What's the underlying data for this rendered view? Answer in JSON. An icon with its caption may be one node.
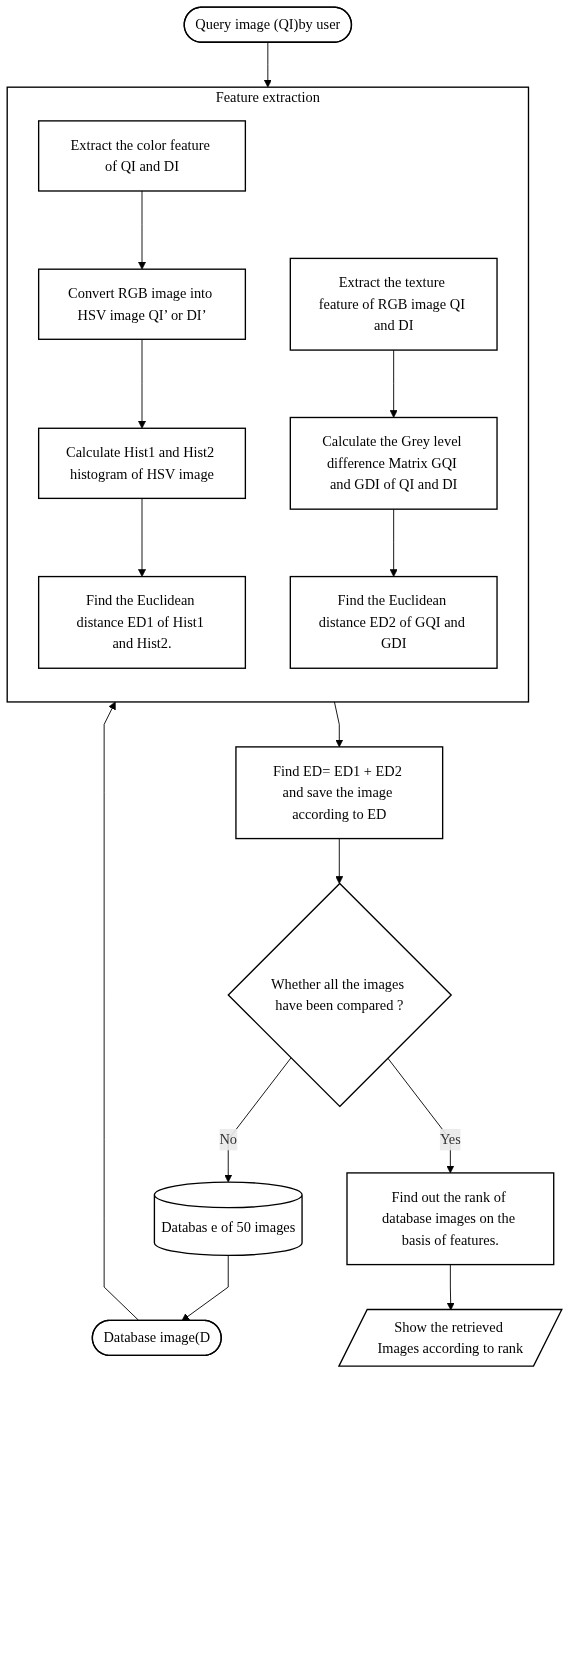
{
  "diagram": {
    "nodes": [
      {
        "text": [
          "Query image (QI)by user"
        ]
      },
      {
        "text": [
          "Database image(D"
        ]
      },
      {
        "text": [
          "Databas e of 50 images"
        ]
      },
      {
        "text": [
          "Feature extraction"
        ]
      },
      {
        "text": [
          "Extract the color feature of QI and DI"
        ],
        "in": 3
      },
      {
        "text": [
          "Extract the texture feature of RGB image QI and DI"
        ],
        "in": 3
      },
      {
        "text": [
          "Convert RGB image into HSV image QI’ or DI’"
        ],
        "in": 3
      },
      {
        "text": [
          "Calculate the Grey level difference Matrix GQI and GDI of QI and DI"
        ],
        "in": 3
      },
      {
        "text": [
          "Calculate Hist1 and Hist2 histogram of HSV image"
        ],
        "in": 3
      },
      {
        "text": [
          "Find the Euclidean distance ED2 of GQI and GDI"
        ],
        "in": 3
      },
      {
        "text": [
          "Find the Euclidean distance ED1 of Hist1 and Hist2."
        ],
        "in": 3
      },
      {
        "text": [
          "Find ED= ED1 + ED2 and save the image according to ED"
        ]
      },
      {
        "text": [
          "Whether all the images have been compared ?"
        ]
      },
      {
        "text": [
          "Find out the rank of database images on the basis of features."
        ]
      },
      {
        "text": [
          "Show the retrieved Images according to rank"
        ]
      }
    ],
    "edges": [
      {
        "from": 2,
        "to": 1,
        "arrow": "to"
      },
      {
        "from": 0,
        "to": 3,
        "arrow": "to"
      },
      {
        "from": 1,
        "to": 3,
        "arrow": "to"
      },
      {
        "from": 4,
        "to": 6,
        "arrow": "to"
      },
      {
        "from": 6,
        "to": 8,
        "arrow": "to"
      },
      {
        "from": 8,
        "to": 10,
        "arrow": "to"
      },
      {
        "from": 5,
        "to": 7,
        "arrow": "to"
      },
      {
        "from": 7,
        "to": 9,
        "arrow": "to"
      },
      {
        "from": 3,
        "to": 11,
        "arrow": "to"
      },
      {
        "from": 11,
        "to": 12,
        "arrow": "to"
      },
      {
        "from": 12,
        "to": 2,
        "arrow": "to",
        "label": "No"
      },
      {
        "from": 12,
        "to": 13,
        "arrow": "to",
        "label": "Yes"
      },
      {
        "from": 13,
        "to": 14,
        "arrow": "to"
      }
    ]
  }
}
